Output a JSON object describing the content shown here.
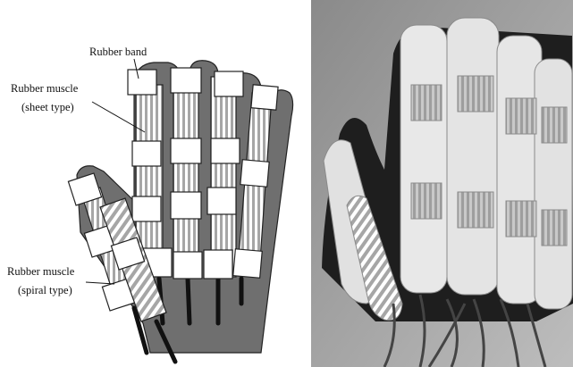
{
  "labels": {
    "rubber_band": "Rubber band",
    "sheet_muscle_line1": "Rubber muscle",
    "sheet_muscle_line2": "(sheet type)",
    "spiral_muscle_line1": "Rubber muscle",
    "spiral_muscle_line2": "(spiral type)"
  },
  "colors": {
    "glove_fill": "#6f6f6f",
    "band_fill": "#ffffff",
    "stripe_dark": "#9a9a9a",
    "outline": "#222222"
  }
}
